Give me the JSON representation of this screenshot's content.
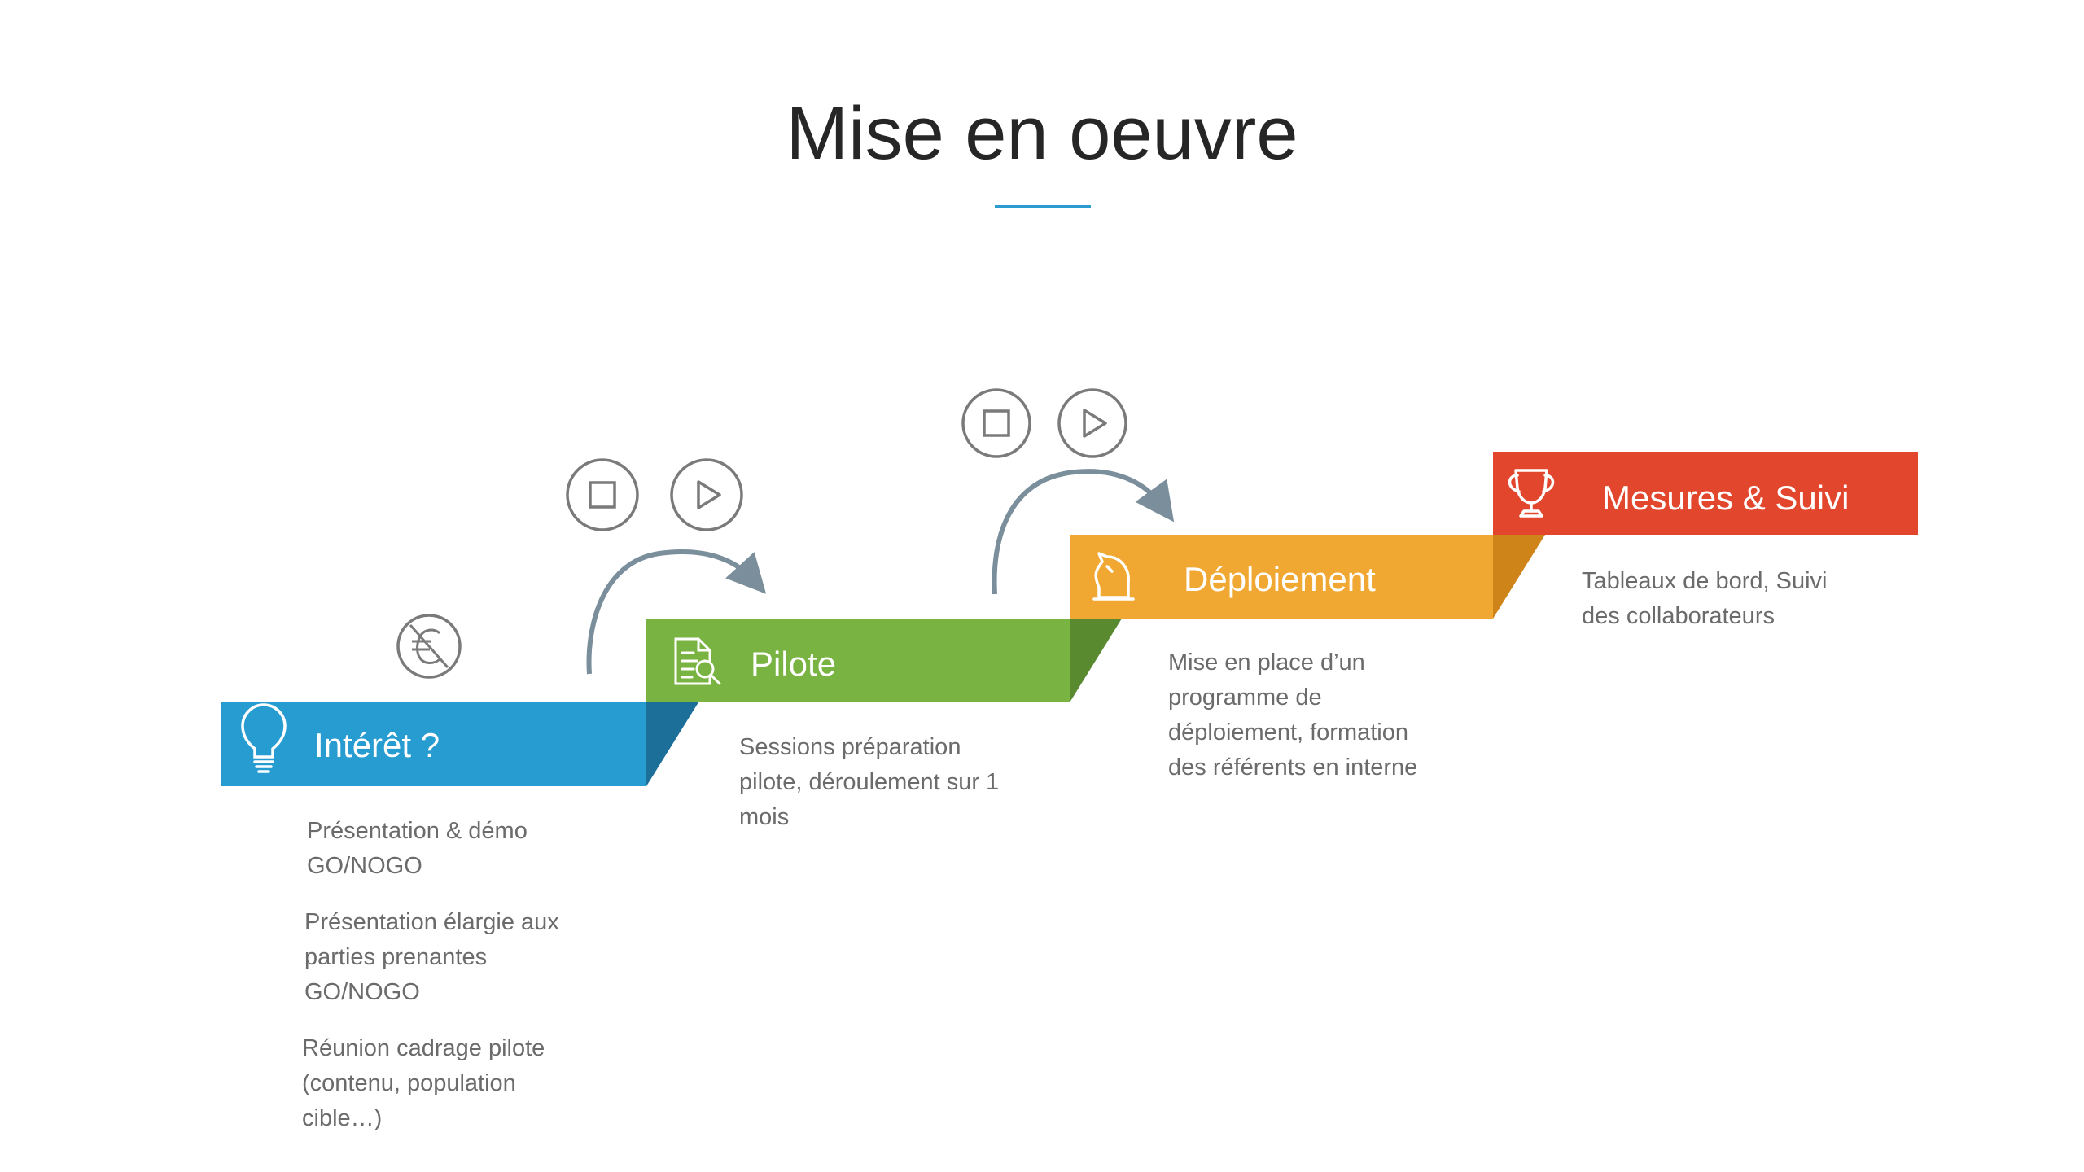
{
  "title": "Mise en oeuvre",
  "colors": {
    "accent": "#2b9bd2",
    "step1": "#279cd1",
    "step1_dark": "#1c6f99",
    "step2": "#79b342",
    "step2_dark": "#5a8a30",
    "step3": "#f0a832",
    "step3_dark": "#cf8419",
    "step4": "#e2472e",
    "arrow": "#7a8e9b",
    "icon_gray": "#7a7a7a"
  },
  "steps": [
    {
      "label": "Intérêt ?",
      "icon": "lightbulb-icon",
      "descriptions": [
        "Présentation & démo\nGO/NOGO",
        "Présentation élargie aux\nparties prenantes\nGO/NOGO",
        "Réunion cadrage pilote\n(contenu, population\ncible…)"
      ]
    },
    {
      "label": "Pilote",
      "icon": "document-search-icon",
      "descriptions": [
        "Sessions préparation\npilote, déroulement sur 1\nmois"
      ]
    },
    {
      "label": "Déploiement",
      "icon": "chess-knight-icon",
      "descriptions": [
        "Mise en place d’un\nprogramme de\ndéploiement, formation\ndes référents en interne"
      ]
    },
    {
      "label": "Mesures & Suivi",
      "icon": "trophy-icon",
      "descriptions": [
        "Tableaux de bord, Suivi\ndes collaborateurs"
      ]
    }
  ],
  "decision_icons": [
    "no-euro-icon",
    "stop-icon",
    "play-icon",
    "stop-icon",
    "play-icon"
  ]
}
